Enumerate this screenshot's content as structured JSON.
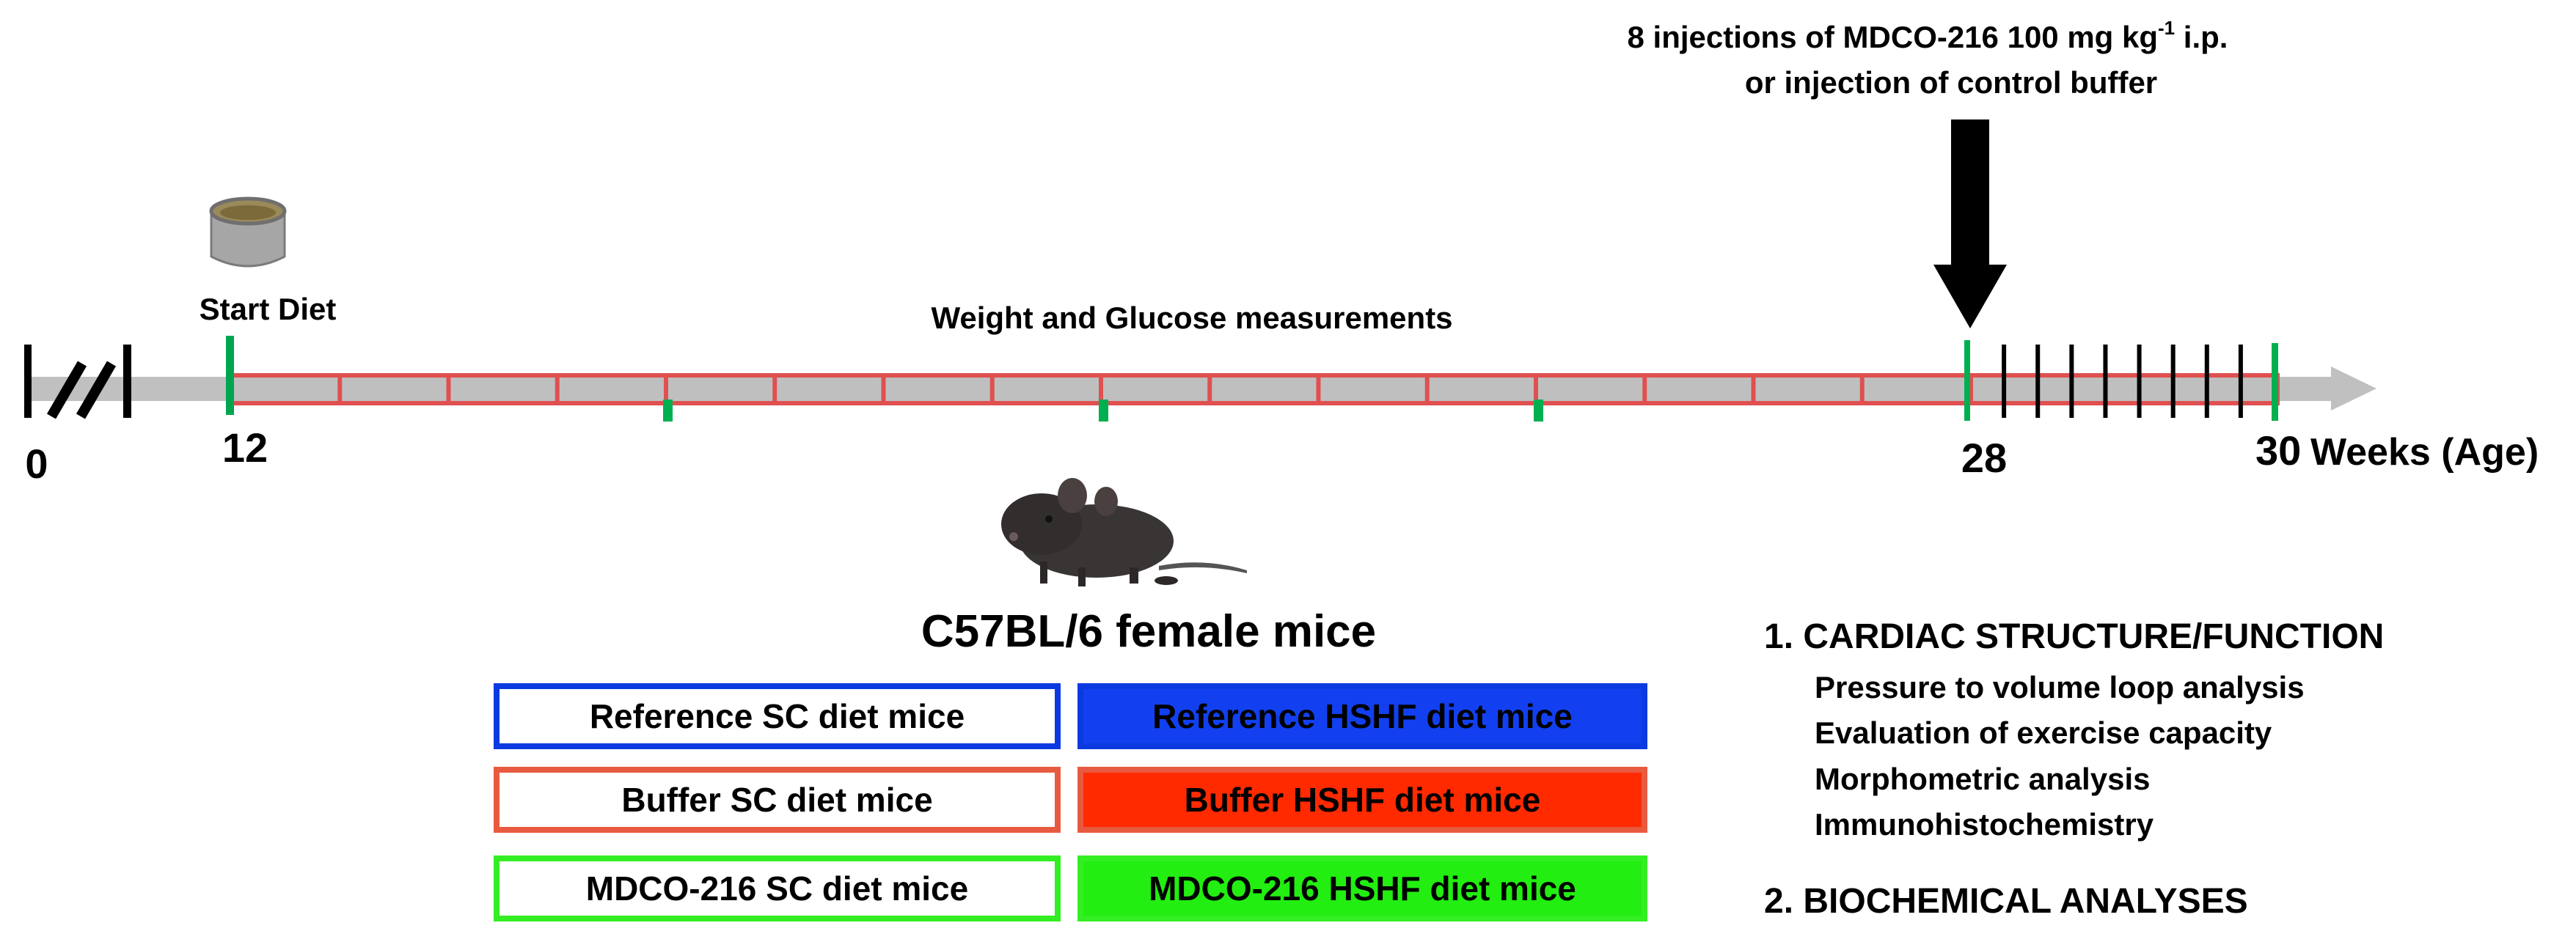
{
  "timeline": {
    "axis_color": "#c0c0c0",
    "period_fill_color": "#bfbfbf",
    "period_outline_color": "#e05050",
    "start_marker_color": "#00a550",
    "measurement_marker_color": "#00b050",
    "break_symbol": "//",
    "labels": {
      "week_0": "0",
      "week_12": "12",
      "week_28": "28",
      "week_30": "30",
      "axis_unit": "Weeks (Age)"
    },
    "start_diet_label": "Start Diet",
    "measurements_label": "Weight  and Glucose measurements",
    "injection_note": {
      "line1_text": "8 injections of MDCO-216 100 mg kg",
      "line1_superscript": "-1",
      "line1_suffix": " i.p.",
      "line2": "or injection of control buffer"
    },
    "injection_tick_count": 8
  },
  "icons": {
    "diet_can": "food-can-icon",
    "mouse": "mouse-icon",
    "injection_arrow": "down-arrow-icon"
  },
  "mouse_label": "C57BL/6 female mice",
  "groups": [
    {
      "label": "Reference SC diet mice",
      "border": "#0b3be0",
      "fill": "#ffffff",
      "text_color": "#000000"
    },
    {
      "label": "Reference HSHF diet mice",
      "border": "#0b3be0",
      "fill": "#1240f0",
      "text_color": "#000000"
    },
    {
      "label": "Buffer SC diet mice",
      "border": "#e85a40",
      "fill": "#ffffff",
      "text_color": "#000000"
    },
    {
      "label": "Buffer HSHF diet mice",
      "border": "#e85a40",
      "fill": "#ff2a00",
      "text_color": "#000000"
    },
    {
      "label": "MDCO-216 SC diet mice",
      "border": "#33ee22",
      "fill": "#ffffff",
      "text_color": "#000000"
    },
    {
      "label": "MDCO-216 HSHF diet mice",
      "border": "#33ee22",
      "fill": "#22ee11",
      "text_color": "#000000"
    }
  ],
  "analyses": {
    "section1_title": "1. CARDIAC STRUCTURE/FUNCTION",
    "section1_items": [
      "Pressure to volume loop analysis",
      "Evaluation of exercise capacity",
      "Morphometric analysis",
      "Immunohistochemistry"
    ],
    "section2_title": "2. BIOCHEMICAL ANALYSES"
  }
}
